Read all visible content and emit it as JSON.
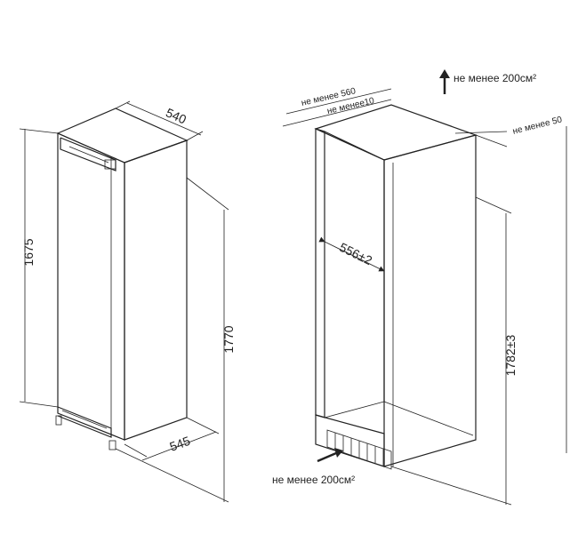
{
  "fridge": {
    "width": "540",
    "height_body": "1675",
    "height_total": "1770",
    "depth": "545"
  },
  "niche": {
    "depth_top": "не менее 560",
    "depth_gap": "не менее10",
    "side_gap": "не менее 50",
    "width": "556±2",
    "height": "1782±3",
    "vent_top": "не менее 200см²",
    "vent_bottom": "не менее 200см²"
  },
  "colors": {
    "line": "#222222",
    "background": "#ffffff"
  }
}
